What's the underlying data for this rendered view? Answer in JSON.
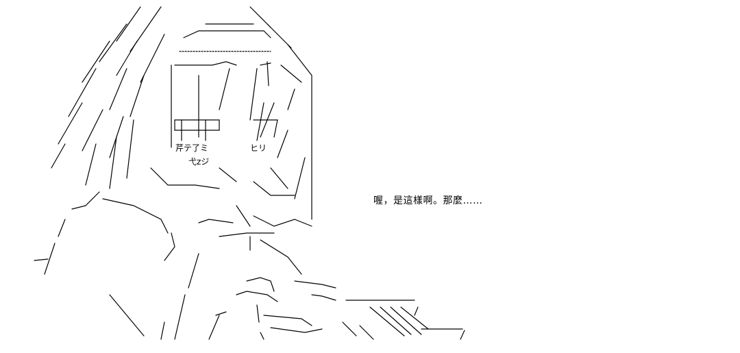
{
  "dialogue": {
    "line": "喔，是這樣啊。那麼……"
  },
  "artwork": {
    "icon": "ascii-art-character-icon",
    "art_labels": [
      "芹テ了ミ",
      "弋zジ",
      "ヒリ"
    ]
  },
  "colors": {
    "background": "#ffffff",
    "ink": "#000000"
  }
}
